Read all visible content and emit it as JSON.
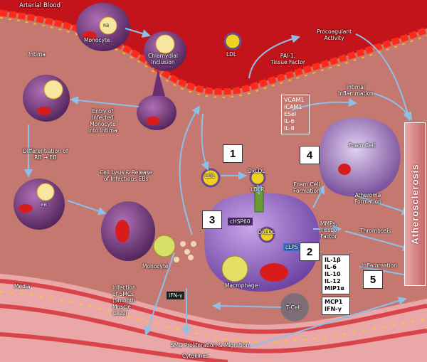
{
  "regions": {
    "arterial_blood": "Arterial Blood",
    "intima": "Intima",
    "media": "Media"
  },
  "cells": {
    "monocyte_top": "Monocyte",
    "monocyte_bottom": "Monocyte",
    "macrophage": "Macrophage",
    "foam_cell": "Foam Cell",
    "t_cell": "T-Cell",
    "eb": "EB",
    "rb": "RB"
  },
  "molecules": {
    "ldl_top": "LDL",
    "ldl_mid": "LDL",
    "oxldl_top": "OxLDL",
    "oxldl_mid": "OxLDL",
    "ldlr": "LDLR",
    "chsp60": "cHSP60",
    "clps": "cLPS",
    "ifn_gamma": "IFN-γ"
  },
  "labels": {
    "chlamydial_inclusion": "Chlamydial\nInclusion",
    "procoagulant_activity": "Procoagulant\nActivity",
    "pai1_tissue_factor": "PAI-1,\nTissue Factor",
    "intimal_inflammation": "Intimal\nInflammation",
    "entry_infected_monocyte": "Entry of\nInfected\nMonocyte\ninto Intima",
    "differentiation": "Differentiation of\nRB → EB",
    "cell_lysis": "Cell Lysis & Release\nof Infectious EBs",
    "foam_cell_formation": "Foam Cell\nFormation",
    "atheroma_formation": "Atheroma\nFormation",
    "mmps": "MMPs,\nTissue\nFactor",
    "thrombosis": "Thrombosis",
    "inflammation": "Inflammation",
    "infection_smc": "Infection\nof SMCs\n(Smooth\nMuscle\nCells)",
    "smc_proliferation": "SMC Proliferation & Migration",
    "cytokines": "Cytokines",
    "atherosclerosis": "Atherosclerosis"
  },
  "adhesion_box": [
    "VCAM1",
    "ICAM1",
    "ESel",
    "IL-6",
    "IL-8"
  ],
  "cytokine_box_a": [
    "IL-1β",
    "IL-6",
    "IL-10",
    "IL-12",
    "MIP1α"
  ],
  "cytokine_box_b": [
    "MCP1",
    "IFN-γ"
  ],
  "steps": [
    "1",
    "2",
    "3",
    "4",
    "5"
  ],
  "colors": {
    "blood": "#c4141b",
    "tissue": "#c97a72",
    "media": "#e8a3a3",
    "cell": "#7b3f86",
    "arrow": "#7fb2dd"
  }
}
